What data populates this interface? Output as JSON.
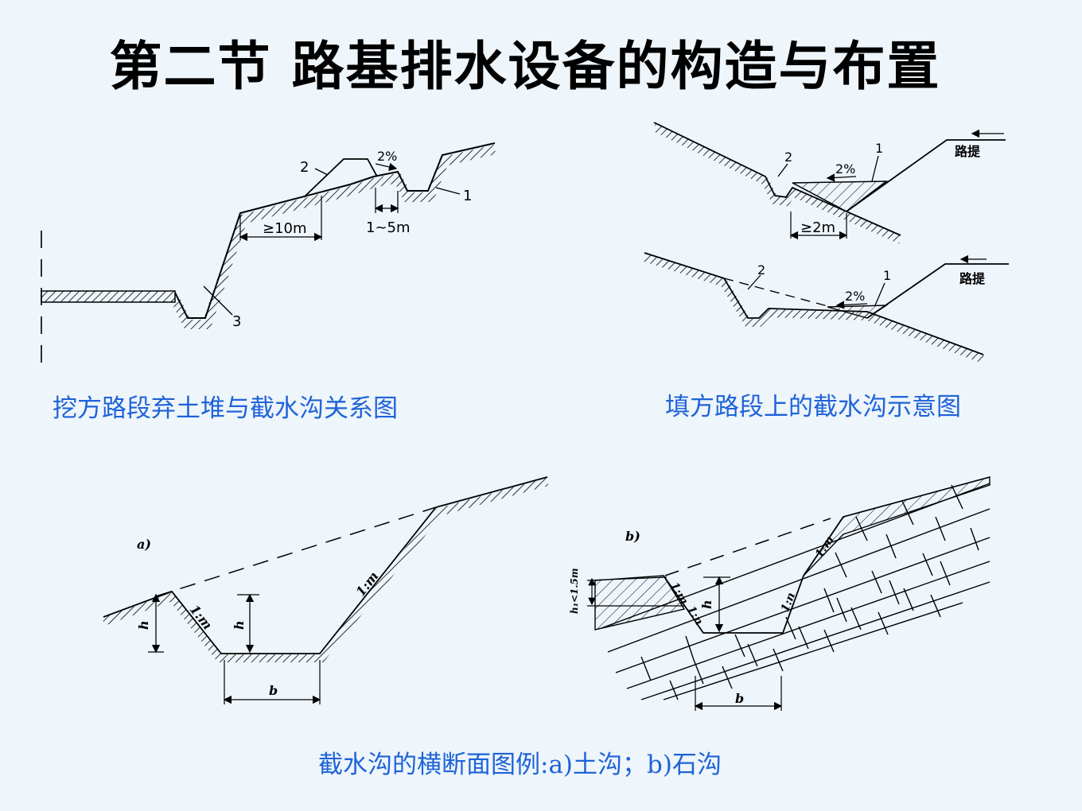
{
  "title": "第二节 路基排水设备的构造与布置",
  "captions": {
    "fig1": "挖方路段弃土堆与截水沟关系图",
    "fig2": "填方路段上的截水沟示意图",
    "fig3": "截水沟的横断面图例:a)土沟；b)石沟"
  },
  "fig1": {
    "label_2": "2",
    "label_1": "1",
    "label_3": "3",
    "slope": "2%",
    "dim_10m": "≥10m",
    "dim_1_5m": "1~5m"
  },
  "fig2_top": {
    "label_2": "2",
    "label_1": "1",
    "slope": "2%",
    "dim_2m": "≥2m",
    "road": "路提"
  },
  "fig2_bottom": {
    "label_2": "2",
    "label_1": "1",
    "slope": "2%",
    "road": "路提"
  },
  "fig3a": {
    "tag": "a)",
    "h_left": "h",
    "h_mid": "h",
    "slope_left": "1:m",
    "slope_right": "1:m",
    "b": "b"
  },
  "fig3b": {
    "tag": "b)",
    "h1": "h₁<1.5m",
    "slope_m": "1:m",
    "slope_n": "1:n",
    "h": "h",
    "slope_n2": "1:n",
    "slope_m2": "1:m",
    "b": "b"
  }
}
